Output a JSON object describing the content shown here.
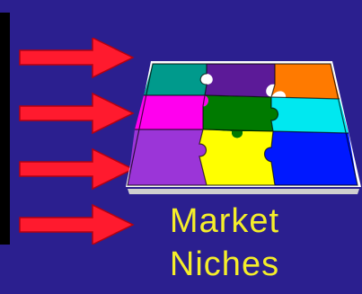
{
  "caption": {
    "line1": "Market",
    "line2": "Niches"
  },
  "colors": {
    "background": "#2b1f8f",
    "side_bar": "#000000",
    "arrow": "#ff1a2e",
    "caption": "#f5ee2a",
    "puzzle_frame": "#ffffff",
    "pieces": [
      "#009a8c",
      "#5c1a98",
      "#ff7a00",
      "#ff00ee",
      "#007a00",
      "#00e8f0",
      "#9b35d8",
      "#ffff00",
      "#0018ff"
    ]
  },
  "arrows": {
    "count": 4,
    "icon": "right-arrow-icon"
  },
  "diagram": {
    "icon": "puzzle-icon",
    "pieces_count": 9
  }
}
